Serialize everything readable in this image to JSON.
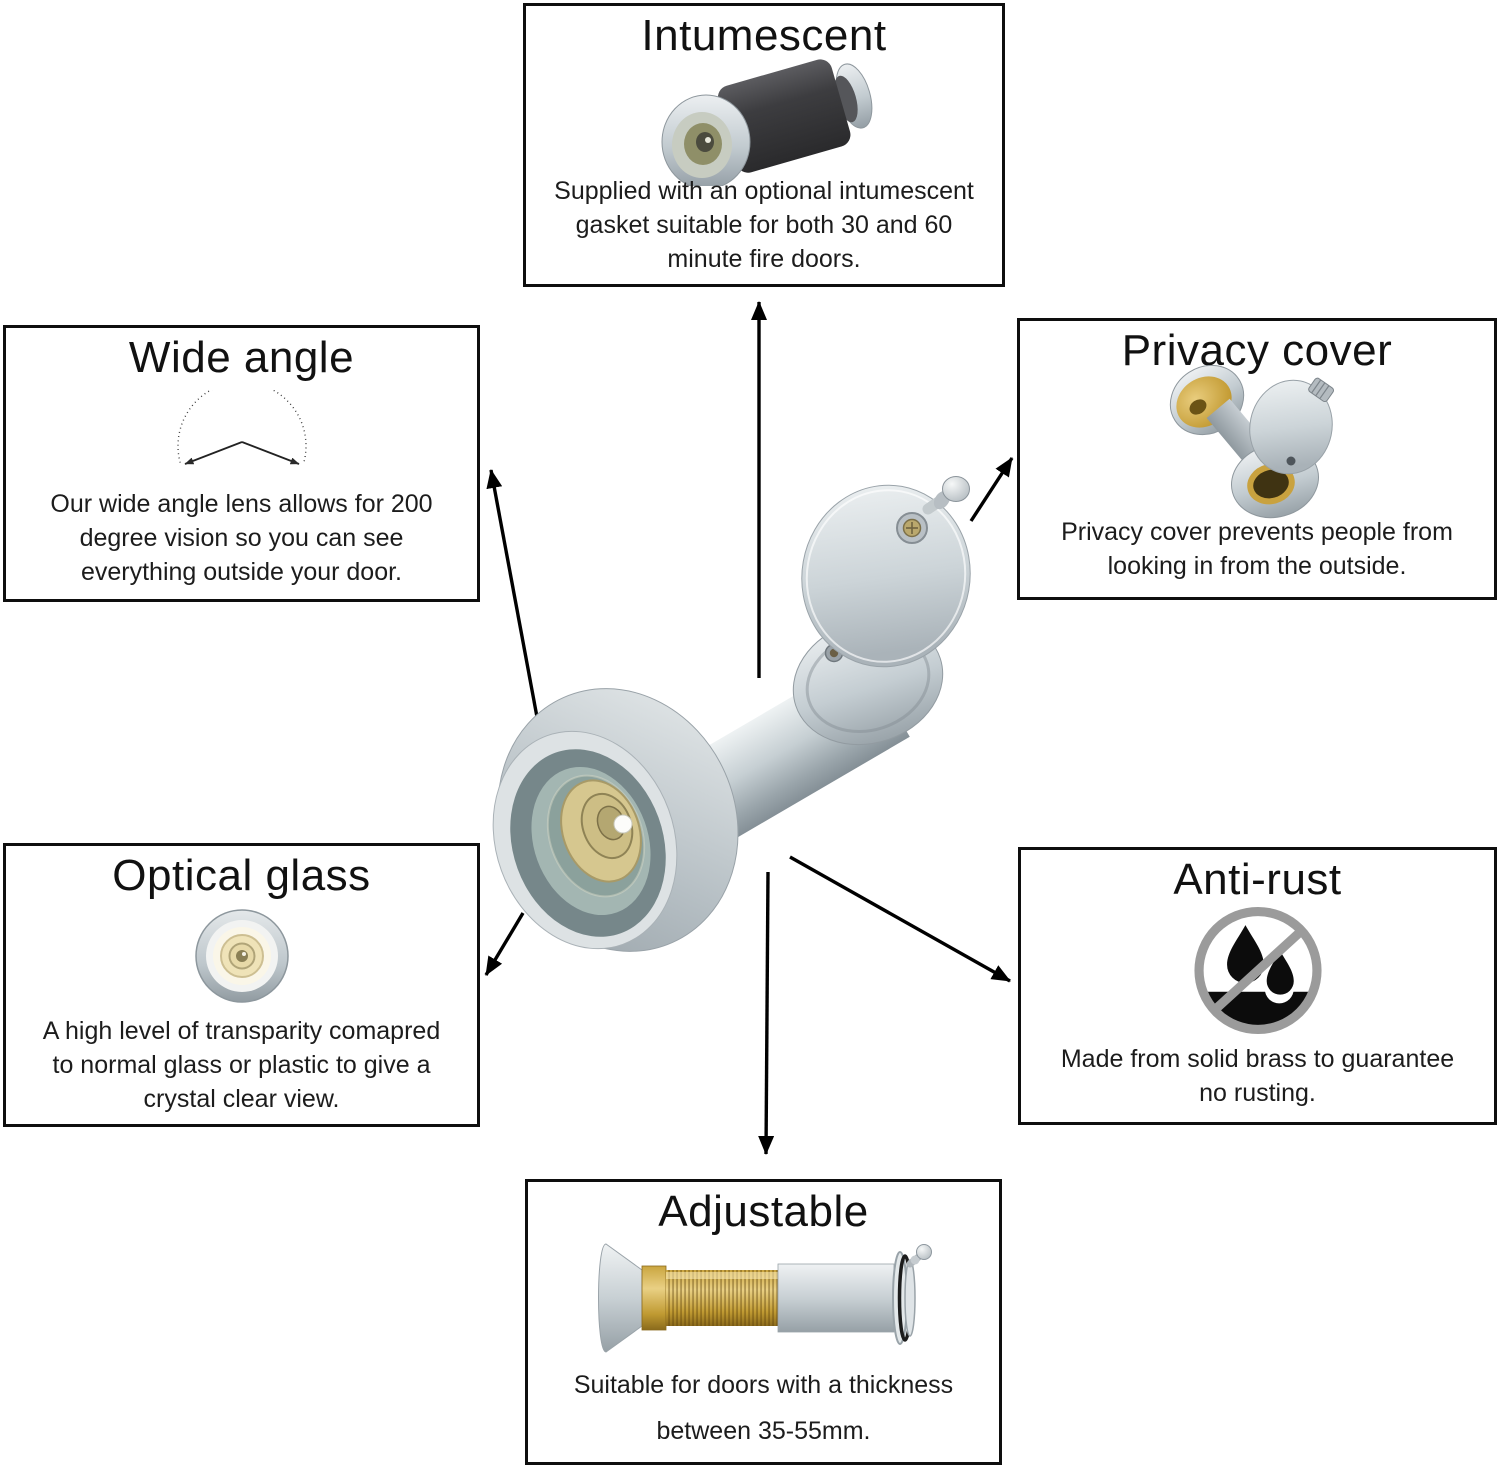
{
  "diagram": {
    "subject": "brass door viewer with privacy cover",
    "background": "#ffffff"
  },
  "features": [
    {
      "id": "intumescent",
      "title": "Intumescent",
      "icon": "intumescent-gasket-viewer-photo",
      "lines": [
        "Supplied with an optional intumescent",
        "gasket suitable for both 30 and 60",
        "minute fire doors."
      ]
    },
    {
      "id": "wide-angle",
      "title": "Wide angle",
      "icon": "wide-angle-arc-icon",
      "lines": [
        "Our wide angle lens allows for 200",
        "degree vision so you can see",
        "everything outside your door."
      ]
    },
    {
      "id": "privacy-cover",
      "title": "Privacy cover",
      "icon": "privacy-cover-viewer-photo",
      "lines": [
        "Privacy cover prevents people from",
        "looking in from the outside."
      ]
    },
    {
      "id": "optical-glass",
      "title": "Optical glass",
      "icon": "lens-front-view-photo",
      "lines": [
        "A high level of transparity comapred",
        "to normal glass or plastic to give a",
        "crystal clear view."
      ]
    },
    {
      "id": "anti-rust",
      "title": "Anti-rust",
      "icon": "no-water-drops-icon",
      "lines": [
        "Made from solid brass to guarantee",
        "no rusting."
      ]
    },
    {
      "id": "adjustable",
      "title": "Adjustable",
      "icon": "adjustable-barrel-photo",
      "lines": [
        "Suitable for doors with a thickness",
        "between 35-55mm."
      ]
    }
  ],
  "colors": {
    "box_border": "#0e0e0e",
    "text": "#1c1c1c",
    "arrow": "#000000",
    "chrome": "#c3ccd1",
    "brass": "#c9a23f",
    "gasket_black": "#3d3d40",
    "anti_rust_gray": "#9b9b9b",
    "lens_glass": "#76878a",
    "lens_yellow": "#d6c78f"
  }
}
